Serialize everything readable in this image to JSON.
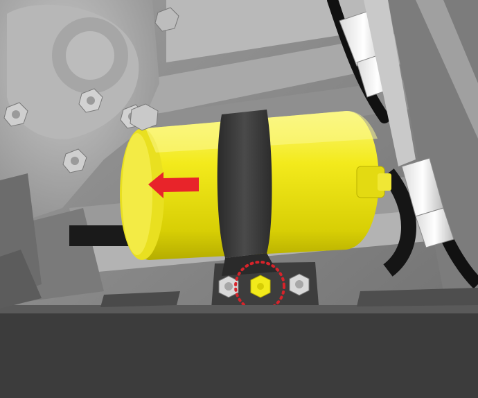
{
  "image": {
    "subject": "fuel-filter-mounting-illustration"
  },
  "colors": {
    "filter_body": "#f2ea1b",
    "filter_shadow": "#c9c000",
    "strap": "#3a3a3a",
    "arrow": "#e8242a",
    "highlight_ring": "#d8232a",
    "panel_dark": "#3c3c3c",
    "background": "#8a8a8a"
  },
  "icons": {
    "flow_arrow": "arrow-left-icon",
    "highlighted_bolt": "yellow-bolt-icon"
  },
  "annotations": {
    "flow_direction": "left",
    "highlighted_part": "center-mounting-bolt"
  }
}
